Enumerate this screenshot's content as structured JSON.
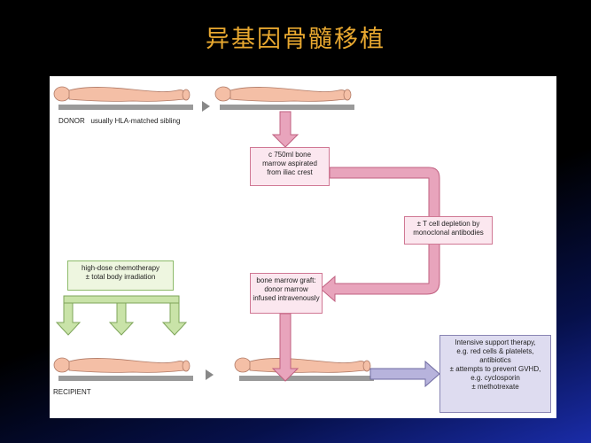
{
  "slide": {
    "title": "异基因骨髓移植"
  },
  "diagram": {
    "donor_label": "DONOR",
    "donor_note": "usually HLA-matched sibling",
    "recipient_label": "RECIPIENT",
    "boxes": {
      "aspiration": [
        "c 750ml bone",
        "marrow aspirated",
        "from iliac crest"
      ],
      "tcell": [
        "± T cell depletion by",
        "monoclonal antibodies"
      ],
      "chemo": [
        "high-dose chemotherapy",
        "± total body irradiation"
      ],
      "graft": [
        "bone marrow graft:",
        "donor marrow",
        "infused intravenously"
      ],
      "support": [
        "Intensive support therapy,",
        "e.g. red cells & platelets,",
        "antibiotics",
        "± attempts to prevent GVHD,",
        "e.g. cyclosporin",
        "± methotrexate"
      ]
    },
    "colors": {
      "pink": "#e8a4bc",
      "green": "#c9e3a8",
      "purple": "#b7b3dc",
      "skin": "#f4bfa6",
      "title": "#e8a830"
    }
  }
}
